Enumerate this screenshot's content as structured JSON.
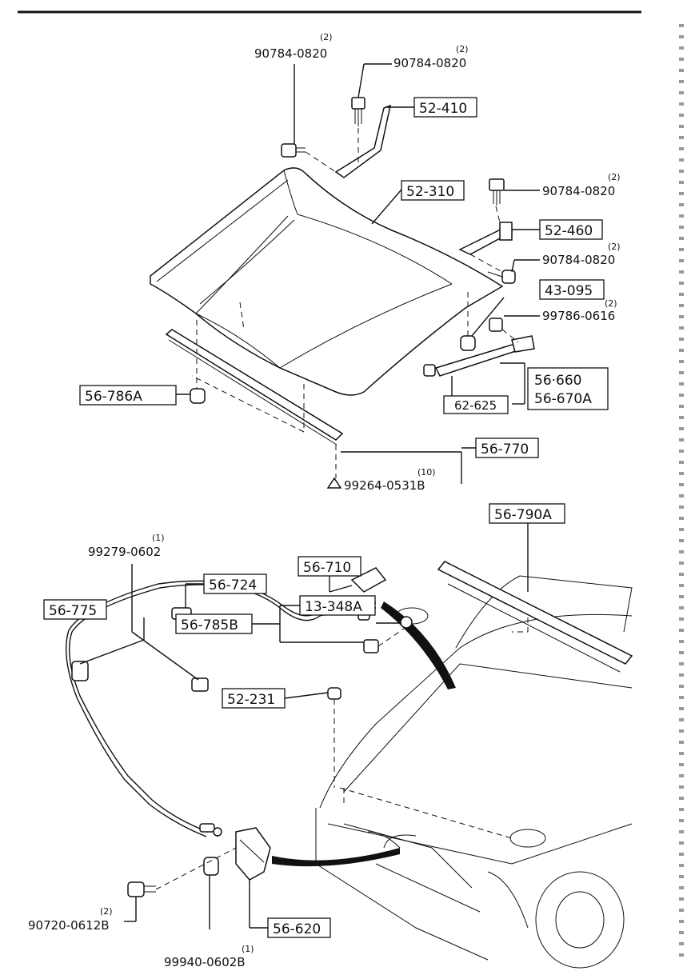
{
  "diagram": {
    "hood_section": {
      "hinge_bolt_left": {
        "part_no": "90784-0820",
        "qty": "(2)"
      },
      "hinge_bolt_right": {
        "part_no": "90784-0820",
        "qty": "(2)"
      },
      "hood_hinge": "52-410",
      "hood_panel": "52-310",
      "stay_bolt_upper": {
        "part_no": "90784-0820",
        "qty": "(2)"
      },
      "stay_bracket": "52-460",
      "stay_bolt_lower": {
        "part_no": "90784-0820",
        "qty": "(2)"
      },
      "hood_bumper": "43-095",
      "stay_clip": {
        "part_no": "99786-0616",
        "qty": "(2)"
      },
      "stay_rod_a": "56·660",
      "stay_rod_b": "56-670A",
      "stay_grommet": "62-625",
      "hood_cushion": "56-786A",
      "hood_seal": "56-770",
      "seal_clip": {
        "part_no": "99264-0531B",
        "qty": "(10)"
      }
    },
    "latch_section": {
      "weatherstrip": "56-790A",
      "cable_clip_part": {
        "part_no": "99279-0602",
        "qty": "(1)"
      },
      "release_cable": "56-710",
      "cable_clamp": "56-724",
      "cable_holder": "56-775",
      "stopper_grommet": "13-348A",
      "stopper_assembly": "56-785B",
      "hood_latch_striker": "52-231",
      "latch_bolt": {
        "part_no": "90720-0612B",
        "qty": "(2)"
      },
      "latch_nut": {
        "part_no": "99940-0602B",
        "qty": "(1)"
      },
      "hood_latch": "56-620"
    }
  }
}
